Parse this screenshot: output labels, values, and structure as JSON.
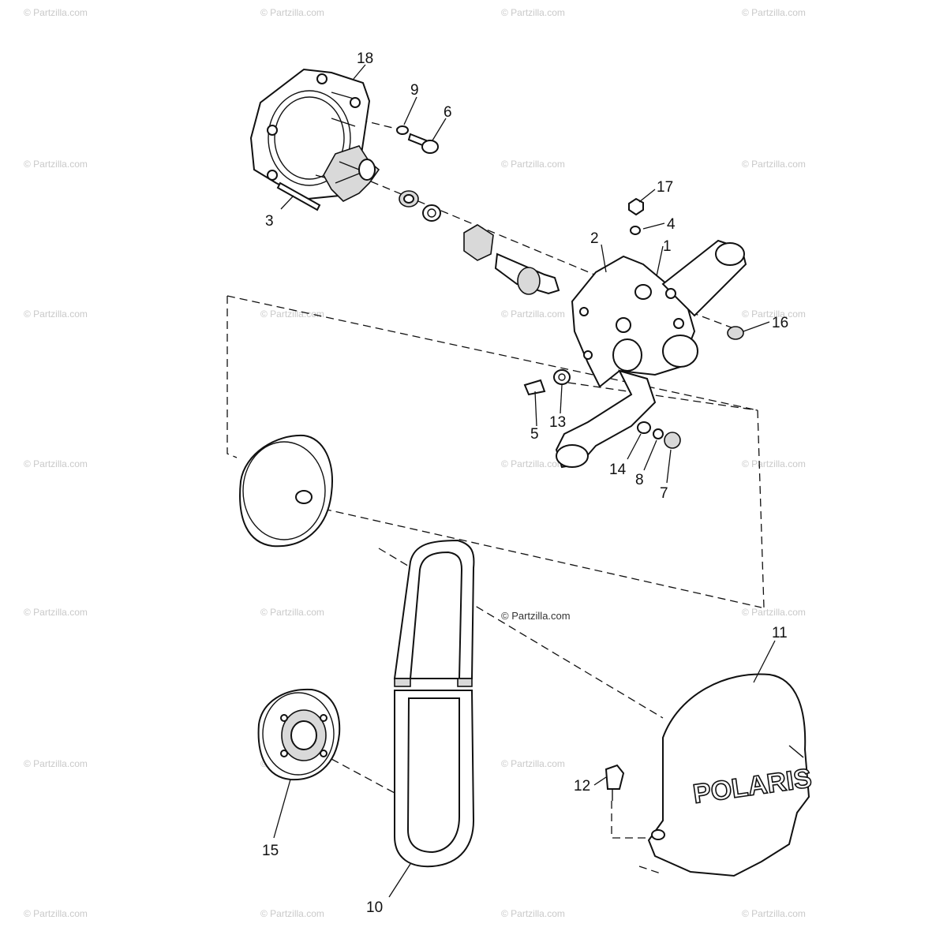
{
  "watermark": "© Partzilla.com",
  "center_watermark": "© Partzilla.com",
  "logo_text": "POLARIS",
  "callouts": {
    "c1": "1",
    "c2": "2",
    "c3": "3",
    "c4": "4",
    "c5": "5",
    "c6": "6",
    "c7": "7",
    "c8": "8",
    "c9": "9",
    "c10": "10",
    "c11": "11",
    "c12": "12",
    "c13": "13",
    "c14": "14",
    "c15": "15",
    "c16": "16",
    "c17": "17",
    "c18": "18"
  }
}
